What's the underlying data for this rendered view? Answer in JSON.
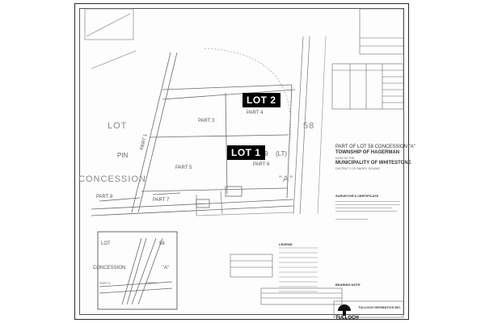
{
  "plan": {
    "lots": {
      "lot1": "LOT 1",
      "lot2": "LOT 2"
    },
    "parts": {
      "part3": "PART  3",
      "part4": "PART  4",
      "part5": "PART  5",
      "part6": "PART  6",
      "part7": "PART 7",
      "part8": "PART 8",
      "part1": "PART 1"
    },
    "labels": {
      "lot": "LOT",
      "lot_number": "58",
      "concession": "CONCESSION",
      "concession_a": "\"A\"",
      "pin": "PIN",
      "pin_number": "52084-0739",
      "lt": "(LT)",
      "detail_concession": "CONCESSION",
      "detail_a": "\"A\"",
      "detail_lot": "LOT",
      "detail_lot_number": "58"
    },
    "title_block": {
      "line1": "PART OF LOT 58 CONCESSION \"A\"",
      "line2": "TOWNSHIP OF HAGERMAN",
      "line3": "NOW IN THE",
      "line4": "MUNICIPALITY OF WHITESTONE",
      "line5": "DISTRICT OF PARRY SOUND"
    },
    "certificate_heading": "SURVEYOR'S CERTIFICATE",
    "bearing_note_heading": "BEARING NOTE",
    "legend_heading": "LEGEND",
    "firm": {
      "name": "TULLOCH",
      "full": "TULLOCH GEOMATICS INC."
    },
    "colors": {
      "ink": "#555555",
      "lot_badge_bg": "#000000",
      "lot_badge_fg": "#ffffff"
    }
  }
}
